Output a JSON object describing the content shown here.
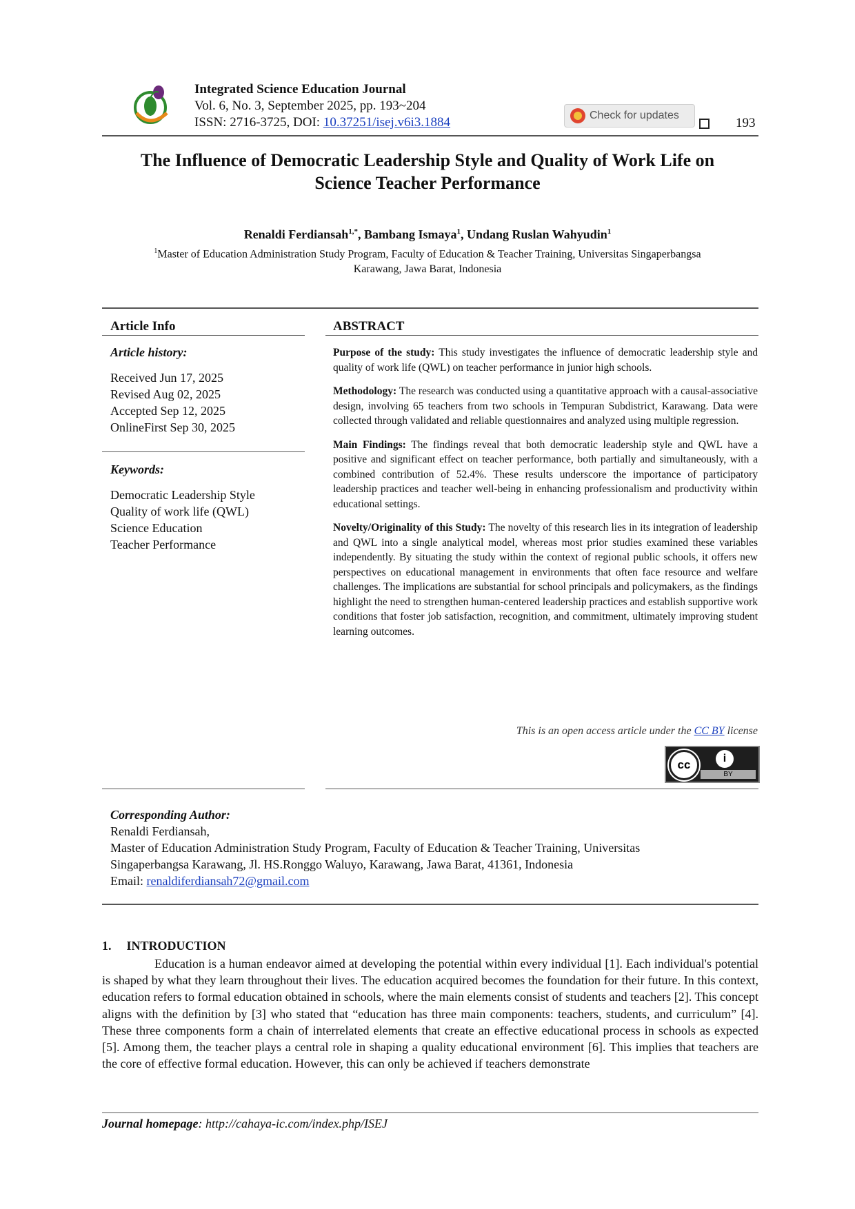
{
  "header": {
    "journal_name": "Integrated Science Education Journal",
    "volume_line": "Vol. 6, No. 3, September 2025, pp. 193~204",
    "issn_prefix": "ISSN: 2716-3725, DOI: ",
    "doi": "10.37251/isej.v6i3.1884",
    "check_updates": "Check for updates",
    "page_number": "193"
  },
  "title": {
    "line1": "The Influence of Democratic Leadership Style and Quality of Work Life on",
    "line2": "Science Teacher Performance"
  },
  "authors": {
    "a1": "Renaldi Ferdiansah",
    "a1_sup": "1,*",
    "sep1": ", ",
    "a2": "Bambang Ismaya",
    "a2_sup": "1",
    "sep2": ", ",
    "a3": "Undang Ruslan Wahyudin",
    "a3_sup": "1",
    "affiliation_sup": "1",
    "affiliation_line1": "Master of Education Administration Study Program, Faculty of Education & Teacher Training, Universitas Singaperbangsa",
    "affiliation_line2": "Karawang, Jawa Barat, Indonesia"
  },
  "article_info": {
    "heading": "Article Info",
    "history_heading": "Article history:",
    "history": [
      "Received Jun 17, 2025",
      "Revised Aug 02, 2025",
      "Accepted Sep 12, 2025",
      "OnlineFirst Sep 30, 2025"
    ],
    "keywords_heading": "Keywords:",
    "keywords": [
      "Democratic Leadership Style",
      "Quality of work life (QWL)",
      "Science Education",
      "Teacher Performance"
    ]
  },
  "abstract": {
    "heading": "ABSTRACT",
    "purpose_label": "Purpose of the study:",
    "purpose_text": " This study investigates the influence of democratic leadership style and quality of work life (QWL) on teacher performance in junior high schools.",
    "method_label": "Methodology:",
    "method_text": " The research was conducted using a quantitative approach with a causal-associative design, involving 65 teachers from two schools in Tempuran Subdistrict, Karawang. Data were collected through validated and reliable questionnaires and analyzed using multiple regression.",
    "findings_label": "Main Findings:",
    "findings_text": " The findings reveal that both democratic leadership style and QWL have a positive and significant effect on teacher performance, both partially and simultaneously, with a combined contribution of 52.4%. These results underscore the importance of participatory leadership practices and teacher well-being in enhancing professionalism and productivity within educational settings.",
    "novelty_label": "Novelty/Originality of this Study:",
    "novelty_text": " The novelty of this research lies in its integration of leadership and QWL into a single analytical model, whereas most prior studies examined these variables independently. By situating the study within the context of regional public schools, it offers new perspectives on educational management in environments that often face resource and welfare challenges. The implications are substantial for school principals and policymakers, as the findings highlight the need to strengthen human-centered leadership practices and establish supportive work conditions that foster job satisfaction, recognition, and commitment, ultimately improving student learning outcomes.",
    "license_prefix": "This is an open access article under the ",
    "license_link": "CC BY",
    "license_suffix": " license",
    "badge_cc": "cc",
    "badge_by": "BY"
  },
  "corresponding": {
    "heading": "Corresponding Author:",
    "name": "Renaldi Ferdiansah,",
    "address_line1": "Master of Education Administration Study Program, Faculty of Education & Teacher Training, Universitas",
    "address_line2": "Singaperbangsa Karawang, Jl. HS.Ronggo Waluyo, Karawang, Jawa Barat, 41361, Indonesia",
    "email_label": "Email: ",
    "email": "renaldiferdiansah72@gmail.com"
  },
  "introduction": {
    "number": "1.",
    "heading": "INTRODUCTION",
    "text": "Education is a human endeavor aimed at developing the potential within every individual [1]. Each individual's potential is shaped by what they learn throughout their lives. The education acquired becomes the foundation for their future. In this context, education refers to formal education obtained in schools, where the main elements consist of students and teachers [2]. This concept aligns with the definition by [3] who stated that “education has three main components: teachers, students, and curriculum” [4]. These three components form a chain of interrelated elements that create an effective educational process in schools as expected [5]. Among them, the teacher plays a central role in shaping a quality educational environment [6]. This implies that teachers are the core of effective formal education. However, this can only be achieved if teachers demonstrate"
  },
  "footer": {
    "label": "Journal homepage",
    "url": ": http://cahaya-ic.com/index.php/ISEJ"
  },
  "colors": {
    "link": "#1a3fbf",
    "logo_green": "#2e8b2e",
    "logo_orange": "#e88a1a",
    "logo_purple": "#6b2a7a"
  }
}
